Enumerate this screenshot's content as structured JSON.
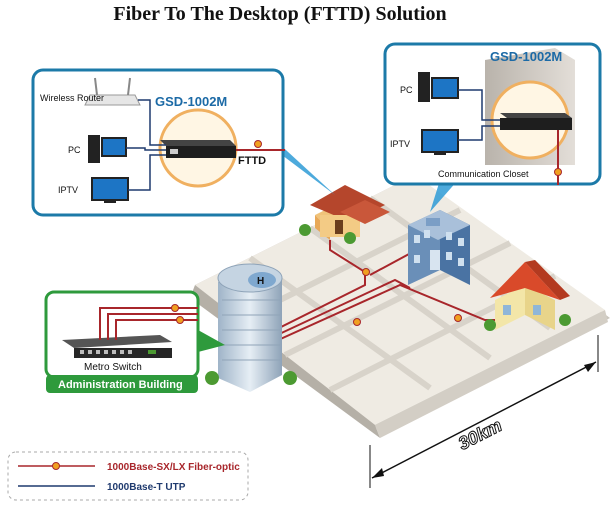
{
  "title": "Fiber To The Desktop (FTTD) Solution",
  "callout_left": {
    "device_model": "GSD-1002M",
    "link_label": "FTTD",
    "endpoints": [
      "Wireless Router",
      "PC",
      "IPTV"
    ]
  },
  "callout_right": {
    "device_model": "GSD-1002M",
    "endpoints": [
      "PC",
      "IPTV"
    ],
    "location_label": "Communication Closet"
  },
  "admin_building": {
    "device_label": "Metro Switch",
    "building_label": "Administration Building"
  },
  "distance_label": "30km",
  "legend": [
    {
      "label": "1000Base-SX/LX Fiber-optic",
      "color": "#a8262b",
      "type": "fiber"
    },
    {
      "label": "1000Base-T UTP",
      "color": "#1f3a6e",
      "type": "utp"
    }
  ],
  "colors": {
    "fiber": "#a8262b",
    "utp": "#1f3a6e",
    "callout_border": "#1c7aa8",
    "callout_model": "#1c6aa6",
    "admin_label_bg": "#2e9a3c",
    "ground": "#ece8e0"
  }
}
